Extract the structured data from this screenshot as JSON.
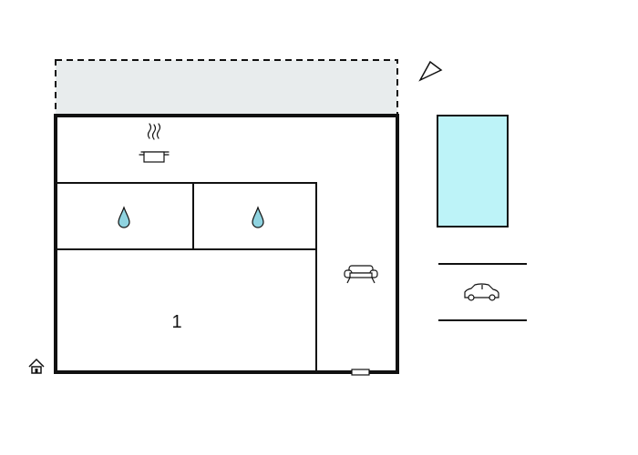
{
  "floorplan": {
    "rooms": [
      {
        "id": "bedroom-1",
        "label": "1"
      }
    ],
    "icons": [
      {
        "role": "kitchen",
        "icon": "cooking-pot-icon"
      },
      {
        "role": "bathroom",
        "icon": "water-drop-icon"
      },
      {
        "role": "shower-room",
        "icon": "water-drop-icon"
      },
      {
        "role": "living-room",
        "icon": "sofa-icon"
      },
      {
        "role": "parking",
        "icon": "car-icon"
      },
      {
        "role": "entrance",
        "icon": "house-entrance-icon"
      },
      {
        "role": "north-arrow",
        "icon": "north-arrow-icon"
      }
    ],
    "colors": {
      "wall": "#111111",
      "terrace_fill": "#e8eced",
      "pool_fill": "#bdf3f8",
      "water_drop": "#8fd3e0",
      "background": "#ffffff"
    }
  }
}
